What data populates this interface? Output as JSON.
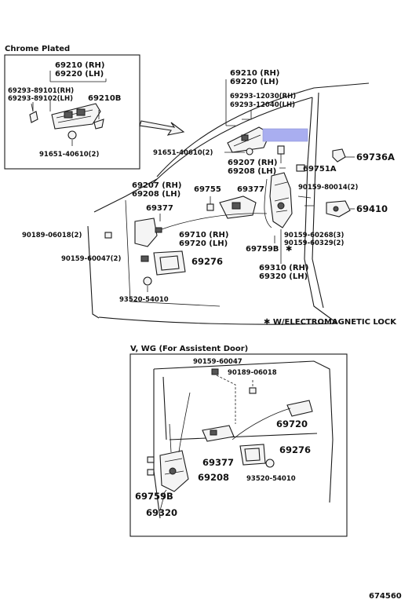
{
  "inset_top": {
    "title": "Chrome Plated",
    "p69210": "69210 (RH)",
    "p69220": "69220 (LH)",
    "p69293a": "69293-89101(RH)",
    "p69293b": "69293-89102(LH)",
    "p69210b": "69210B",
    "p91651": "91651-40610(2)"
  },
  "main": {
    "p69210": "69210 (RH)",
    "p69220": "69220 (LH)",
    "p69293a": "69293-12030(RH)",
    "p69293b": "69293-12040(LH)",
    "p91651": "91651-40610(2)",
    "p69207_r": "69207 (RH)",
    "p69208_r": "69208 (LH)",
    "p69736a": "69736A",
    "p69751a": "69751A",
    "p69207_l": "69207 (RH)",
    "p69208_l": "69208 (LH)",
    "p69755": "69755",
    "p69377_a": "69377",
    "p90159_80014": "90159-80014(2)",
    "p69377_b": "69377",
    "p69410": "69410",
    "p90189": "90189-06018(2)",
    "p69710": "69710 (RH)",
    "p69720": "69720 (LH)",
    "p90159_60268": "90159-60268(3)",
    "p90159_60329": "90159-60329(2)",
    "p90159_60047": "90159-60047(2)",
    "p69276": "69276",
    "p69759b": "69759B",
    "p69759b_mark": "✱",
    "p69310": "69310 (RH)",
    "p69320": "69320 (LH)",
    "p93520": "93520-54010",
    "note": "✱ W/ELECTROMAGNETIC LOCK"
  },
  "inset_bottom": {
    "title": "V, WG (For Assistent Door)",
    "p90159_60047": "90159-60047",
    "p90189_06018": "90189-06018",
    "p69720": "69720",
    "p69276": "69276",
    "p69377": "69377",
    "p69208": "69208",
    "p93520": "93520-54010",
    "p69759b": "69759B",
    "p69320": "69320"
  },
  "figure_id": "674560",
  "colors": {
    "highlight": "#a9aef0",
    "ink": "#1a1a1a"
  }
}
